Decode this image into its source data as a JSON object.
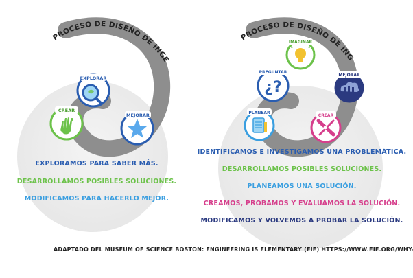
{
  "left": {
    "title": "PROCESO DE DISEÑO DE INGENIERÍA",
    "icons": {
      "explore": "EXPLORAR",
      "create": "CREAR",
      "improve": "MEJORAR"
    },
    "steps": [
      "EXPLORAMOS PARA SABER MÁS.",
      "DESARROLLAMOS POSIBLES SOLUCIONES.",
      "MODIFICAMOS PARA HACERLO MEJOR."
    ]
  },
  "right": {
    "title": "PROCESO DE DISEÑO DE INGENIERÍA",
    "icons": {
      "imagine": "IMAGINAR",
      "ask": "PREGUNTAR",
      "improve": "MEJORAR",
      "plan": "PLANEAR",
      "create": "CREAR"
    },
    "steps": [
      "IDENTIFICAMOS E INVESTIGAMOS UNA PROBLEMÁTICA.",
      "DESARROLLAMOS POSIBLES SOLUCIONES.",
      "PLANEAMOS UNA SOLUCIÓN.",
      "CREAMOS, PROBAMOS Y EVALUAMOS LA SOLUCIÓN.",
      "MODIFICAMOS Y VOLVEMOS A PROBAR LA SOLUCIÓN."
    ]
  },
  "credit": "ADAPTADO DEL MUSEUM OF SCIENCE BOSTON: ENGINEERING IS ELEMENTARY (EIE) HTTPS://WWW.EIE.ORG/WHY-EIE",
  "colors": {
    "blue": "#2a5db0",
    "green": "#6cc24a",
    "lightblue": "#3b9fe0",
    "pink": "#d63f8c",
    "navy": "#2b3a80",
    "yellow": "#f2c230",
    "spiral": "#8e8e8e",
    "disc": "#ececec"
  }
}
